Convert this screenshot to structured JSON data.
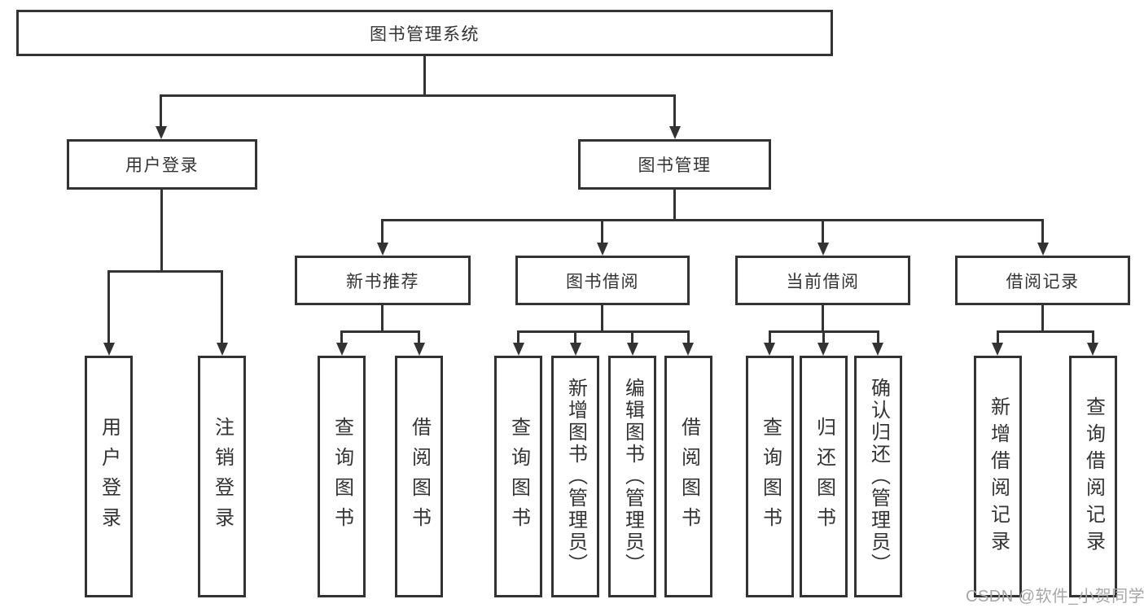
{
  "colors": {
    "line": "#333333",
    "text": "#333333",
    "watermark": "#a6a6a6",
    "background": "#ffffff"
  },
  "watermark": {
    "text": "CSDN @软件_小贺同学"
  },
  "tree": {
    "root": {
      "label": "图书管理系统"
    },
    "level1": [
      {
        "id": "user-login",
        "label": "用户登录",
        "parent": "图书管理系统"
      },
      {
        "id": "book-management",
        "label": "图书管理",
        "parent": "图书管理系统"
      }
    ],
    "level2": [
      {
        "id": "new-book-recommend",
        "label": "新书推荐",
        "parent": "图书管理"
      },
      {
        "id": "book-borrow",
        "label": "图书借阅",
        "parent": "图书管理"
      },
      {
        "id": "current-borrow",
        "label": "当前借阅",
        "parent": "图书管理"
      },
      {
        "id": "borrow-records",
        "label": "借阅记录",
        "parent": "图书管理"
      }
    ],
    "level3": [
      {
        "id": "leaf-user-login",
        "label": "用户登录",
        "parent": "用户登录"
      },
      {
        "id": "leaf-logout",
        "label": "注销登录",
        "parent": "用户登录"
      },
      {
        "id": "leaf-query-book-recommend",
        "label": "查询图书",
        "parent": "新书推荐"
      },
      {
        "id": "leaf-borrow-book-recommend",
        "label": "借阅图书",
        "parent": "新书推荐"
      },
      {
        "id": "leaf-query-book-borrow",
        "label": "查询图书",
        "parent": "图书借阅"
      },
      {
        "id": "leaf-add-book-admin",
        "label": "新增图书（管理员）",
        "parent": "图书借阅"
      },
      {
        "id": "leaf-edit-book-admin",
        "label": "编辑图书（管理员）",
        "parent": "图书借阅"
      },
      {
        "id": "leaf-borrow-book",
        "label": "借阅图书",
        "parent": "图书借阅"
      },
      {
        "id": "leaf-query-book-current",
        "label": "查询图书",
        "parent": "当前借阅"
      },
      {
        "id": "leaf-return-book",
        "label": "归还图书",
        "parent": "当前借阅"
      },
      {
        "id": "leaf-confirm-return-admin",
        "label": "确认归还（管理员）",
        "parent": "当前借阅"
      },
      {
        "id": "leaf-add-borrow-record",
        "label": "新增借阅记录",
        "parent": "借阅记录"
      },
      {
        "id": "leaf-query-borrow-record",
        "label": "查询借阅记录",
        "parent": "借阅记录"
      }
    ]
  }
}
